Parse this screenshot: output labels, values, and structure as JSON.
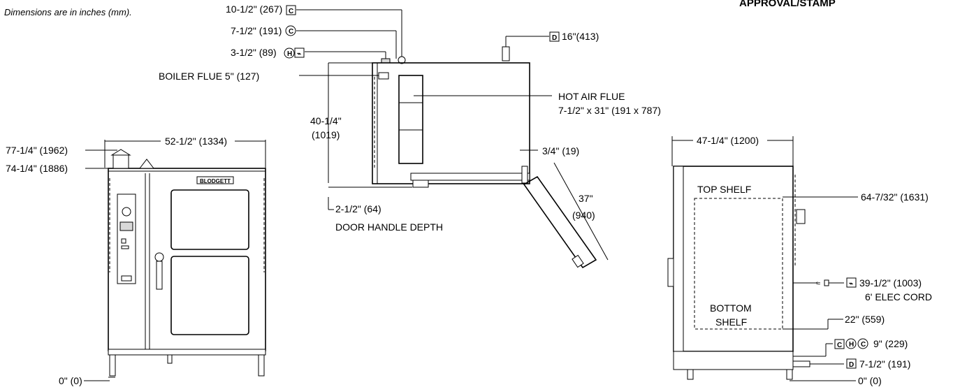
{
  "header": {
    "dimensions_note": "Dimensions are in inches (mm).",
    "approval_label": "APPROVAL/STAMP"
  },
  "front_view": {
    "width": "52-1/2\" (1334)",
    "height_top": "77-1/4\" (1962)",
    "height_body": "74-1/4\" (1886)",
    "floor": "0\" (0)",
    "brand": "BLODGETT"
  },
  "top_view": {
    "water_inlet": "10-1/2\" (267)",
    "cold_water": "7-1/2\" (191)",
    "hot_water_elec": "3-1/2\" (89)",
    "drain": "16\"(413)",
    "boiler_flue": "BOILER FLUE 5\" (127)",
    "hot_air_flue": "HOT AIR FLUE",
    "hot_air_flue_size": "7-1/2\" x 31\" (191 x 787)",
    "depth_in": "40-1/4\"",
    "depth_mm": "(1019)",
    "side_gap": "3/4\" (19)",
    "door_in": "37\"",
    "door_mm": "(940)",
    "handle_depth": "2-1/2\" (64)",
    "handle_label": "DOOR HANDLE DEPTH"
  },
  "side_view": {
    "width": "47-1/4\" (1200)",
    "top_shelf": "TOP SHELF",
    "bottom_shelf_1": "BOTTOM",
    "bottom_shelf_2": "SHELF",
    "height_total": "64-7/32\" (1631)",
    "elec": "39-1/2\" (1003)",
    "elec_cord": "6' ELEC CORD",
    "bottom_shelf_height": "22\" (559)",
    "water_height": "9\" (229)",
    "drain_height": "7-1/2\" (191)",
    "floor": "0\" (0)"
  },
  "symbols": {
    "drain": "D",
    "hot": "H",
    "cold": "C",
    "elec": "⌁"
  }
}
